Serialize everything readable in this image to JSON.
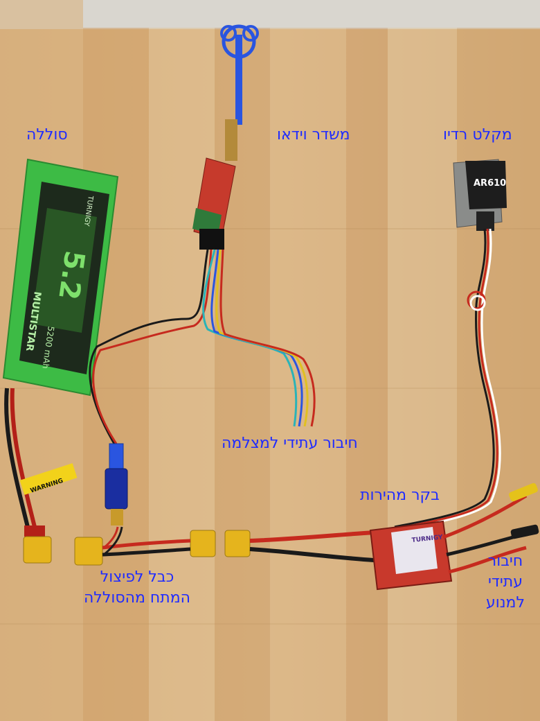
{
  "labels": {
    "battery": "סוללה",
    "video_tx": "משדר וידאו",
    "radio_rx": "מקלט רדיו",
    "future_camera": "חיבור עתידי למצלמה",
    "esc": "בקר מהירות",
    "split_cable_line1": "כבל לפיצול",
    "split_cable_line2": "המתח מהסוללה",
    "future_motor_line1": "חיבור",
    "future_motor_line2": "עתידי",
    "future_motor_line3": "למנוע"
  },
  "printed_text": {
    "battery_brand": "MULTISTAR",
    "battery_capacity": "5200 mAh",
    "battery_model": "5.2",
    "battery_maker": "TURNIGY",
    "battery_warning": "WARNING",
    "receiver_model": "AR610",
    "esc_brand": "TURNIGY"
  },
  "colors": {
    "label_text": "#1f2bff",
    "wood": "#d8b384",
    "battery_green": "#3dbb45",
    "antenna_blue": "#2a55e0",
    "xt60_yellow": "#e5b41d",
    "esc_red": "#c8392c"
  }
}
